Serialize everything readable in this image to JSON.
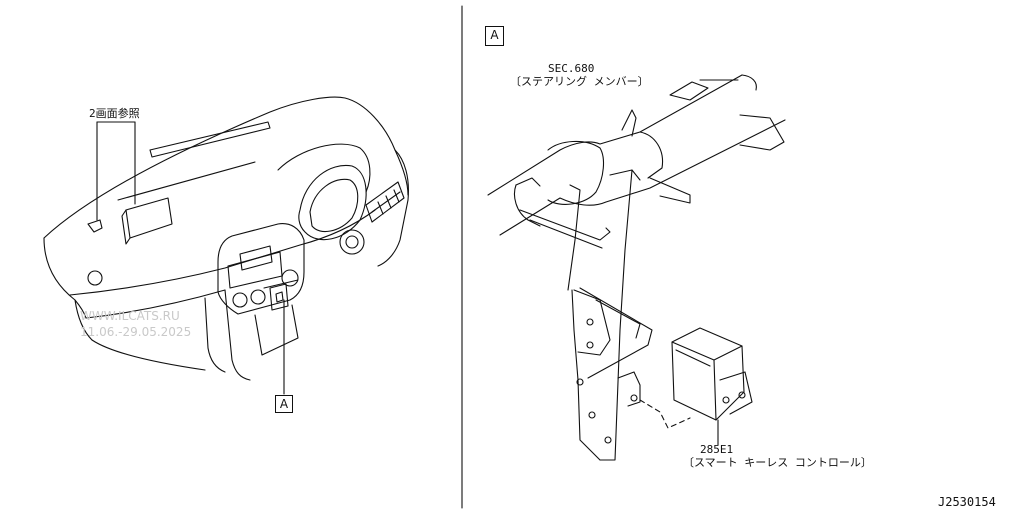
{
  "left_panel": {
    "callout_note": "2画面参照",
    "ref_box": "A",
    "watermark_line1": "WWW.ILCATS.RU",
    "watermark_line2": "11.06.-29.05.2025"
  },
  "right_panel": {
    "section_box": "A",
    "steering_ref_code": "SEC.680",
    "steering_ref_name": "〔ステアリング メンバー〕",
    "module_ref_code": "285E1",
    "module_ref_name": "〔スマート キーレス コントロール〕"
  },
  "figure_id": "J2530154",
  "colors": {
    "line": "#111111",
    "watermark": "#c9c9c9",
    "background": "#ffffff"
  }
}
